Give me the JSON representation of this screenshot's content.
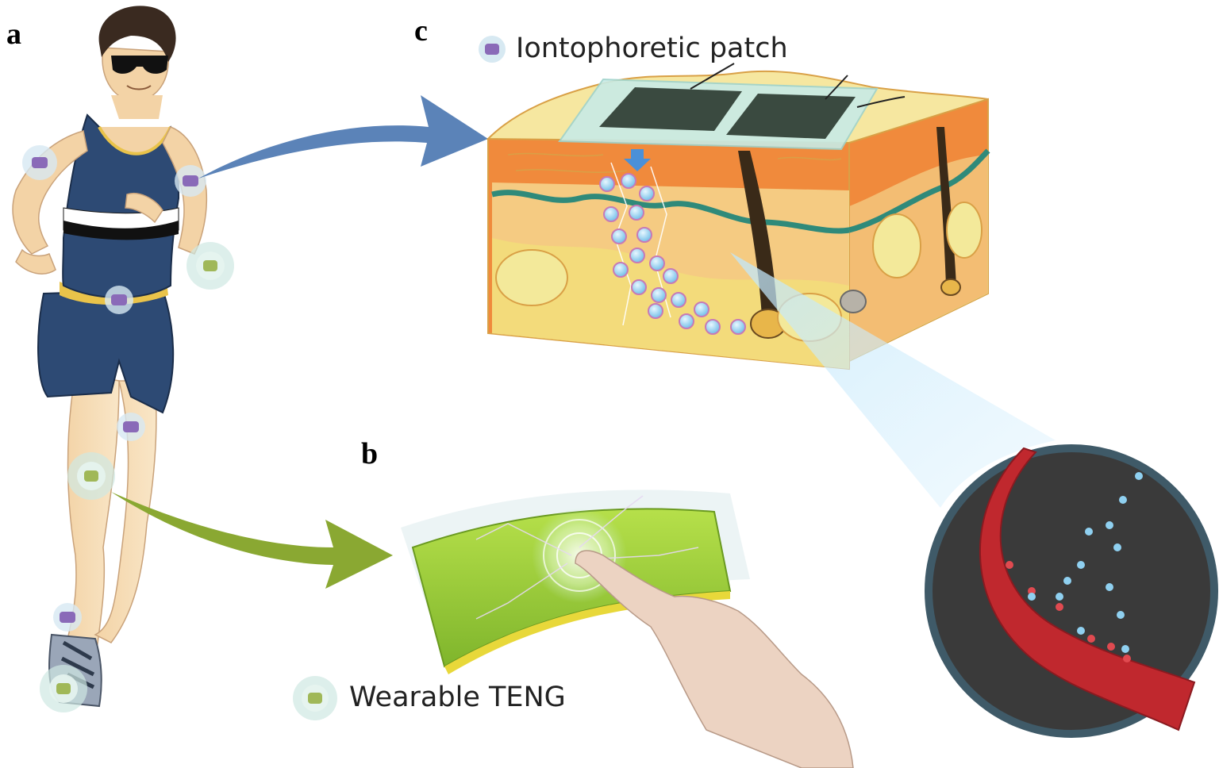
{
  "panels": {
    "a": "a",
    "b": "b",
    "c": "c"
  },
  "legend": {
    "iontophoretic_patch": "Iontophoretic patch",
    "wearable_teng": "Wearable TENG"
  },
  "colors": {
    "blue_arrow": "#5b83b8",
    "green_arrow": "#8aa832",
    "skin_epidermis": "#f6e7a0",
    "skin_dermis": "#f08a3c",
    "basal_line": "#2f8a7a",
    "teng_film": "#9acd32",
    "vessel": "#c0282e",
    "zoom_circle_bg": "#3a3a3a",
    "particle": "#8fd0f0",
    "runner_outfit": "#2d4a74"
  },
  "icons": [
    "iontophoretic-patch-icon",
    "wearable-teng-icon",
    "down-arrow-icon",
    "finger-icon",
    "hair-follicle-icon",
    "blood-vessel-icon"
  ]
}
